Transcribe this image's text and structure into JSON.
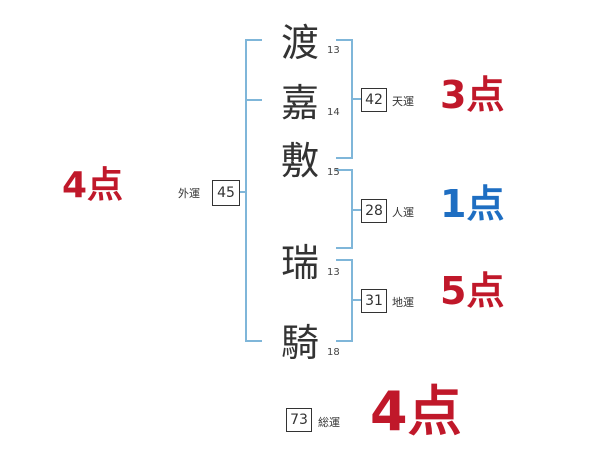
{
  "name": [
    {
      "char": "渡",
      "strokes": "13"
    },
    {
      "char": "嘉",
      "strokes": "14"
    },
    {
      "char": "敷",
      "strokes": "15"
    },
    {
      "char": "瑞",
      "strokes": "13"
    },
    {
      "char": "騎",
      "strokes": "18"
    }
  ],
  "gaiun": {
    "label": "外運",
    "value": "45",
    "score": "4点"
  },
  "tenun": {
    "label": "天運",
    "value": "42",
    "score": "3点"
  },
  "jinun": {
    "label": "人運",
    "value": "28",
    "score": "1点"
  },
  "chiun": {
    "label": "地運",
    "value": "31",
    "score": "5点"
  },
  "souun": {
    "label": "総運",
    "value": "73",
    "score": "4点"
  },
  "colors": {
    "bracket": "#7fb6d9",
    "red": "#c0182a",
    "blue": "#1e6ec2"
  }
}
